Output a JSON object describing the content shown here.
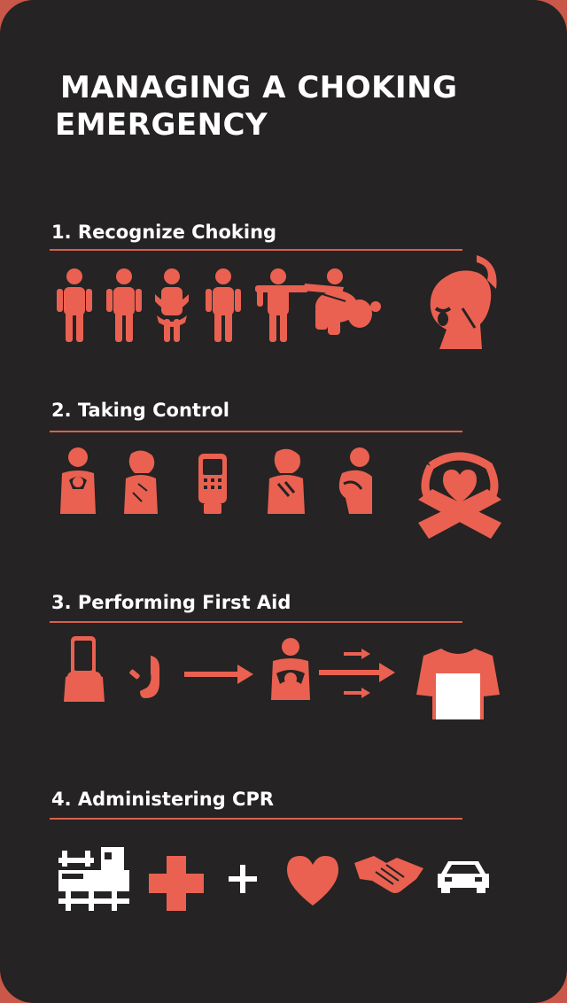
{
  "title_line1": "MANAGING A CHOKING",
  "title_line2": "EMERGENCY",
  "sections": [
    {
      "heading": "1. Recognize  Choking",
      "icons": [
        "person-icon",
        "person-icon",
        "person-hugging-icon",
        "person-icon",
        "person-pointing-icon",
        "person-fallen-icon",
        "choking-head-icon"
      ]
    },
    {
      "heading": "2. Taking Control",
      "icons": [
        "person-hands-throat-icon",
        "woman-distress-icon",
        "phone-icon",
        "woman-hands-chest-icon",
        "person-hunched-icon",
        "hug-heart-icon"
      ]
    },
    {
      "heading": "3. Performing First Aid",
      "icons": [
        "person-phone-icon",
        "hand-icon",
        "arrow-right-icon",
        "person-thrust-icon",
        "multi-arrow-icon",
        "shirt-icon"
      ]
    },
    {
      "heading": "4. Administering CPR",
      "icons": [
        "hospital-icon",
        "medical-cross-icon",
        "plus-icon",
        "heart-icon",
        "handshake-icon",
        "car-icon"
      ]
    }
  ],
  "colors": {
    "background": "#252323",
    "accent": "#ea6151",
    "text": "#ffffff"
  }
}
